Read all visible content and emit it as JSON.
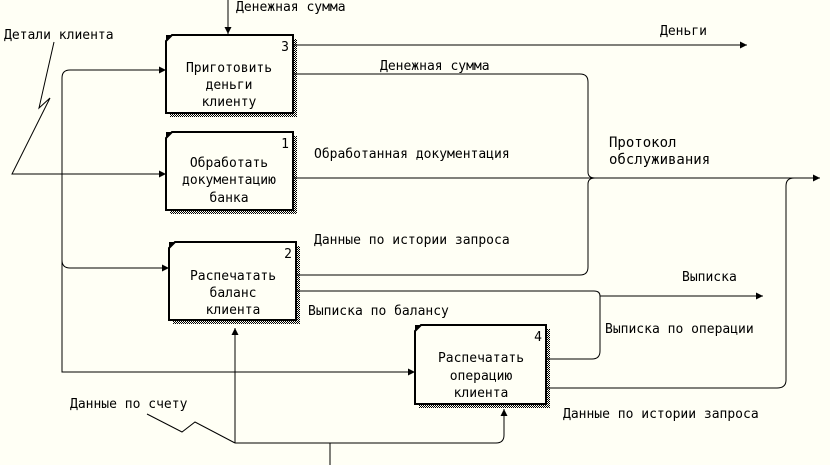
{
  "diagram": {
    "boxes": [
      {
        "number": "3",
        "lines": [
          "Приготовить",
          "деньги",
          "клиенту"
        ]
      },
      {
        "number": "1",
        "lines": [
          "Обработать",
          "документацию",
          "банка"
        ]
      },
      {
        "number": "2",
        "lines": [
          "Распечатать",
          "баланс",
          "клиента"
        ]
      },
      {
        "number": "4",
        "lines": [
          "Распечатать",
          "операцию",
          "клиента"
        ]
      }
    ],
    "labels": {
      "money_sum_top": "Денежная сумма",
      "client_details": "Детали клиента",
      "money_out": "Деньги",
      "money_sum_mid": "Денежная сумма",
      "processed_docs": "Обработанная документация",
      "service_protocol_1": "Протокол",
      "service_protocol_2": "обслуживания",
      "request_history_mid": "Данные по истории запроса",
      "statement": "Выписка",
      "balance_statement": "Выписка по балансу",
      "operation_statement": "Выписка по операции",
      "account_data": "Данные по счету",
      "request_history_bottom": "Данные по истории запроса"
    }
  }
}
